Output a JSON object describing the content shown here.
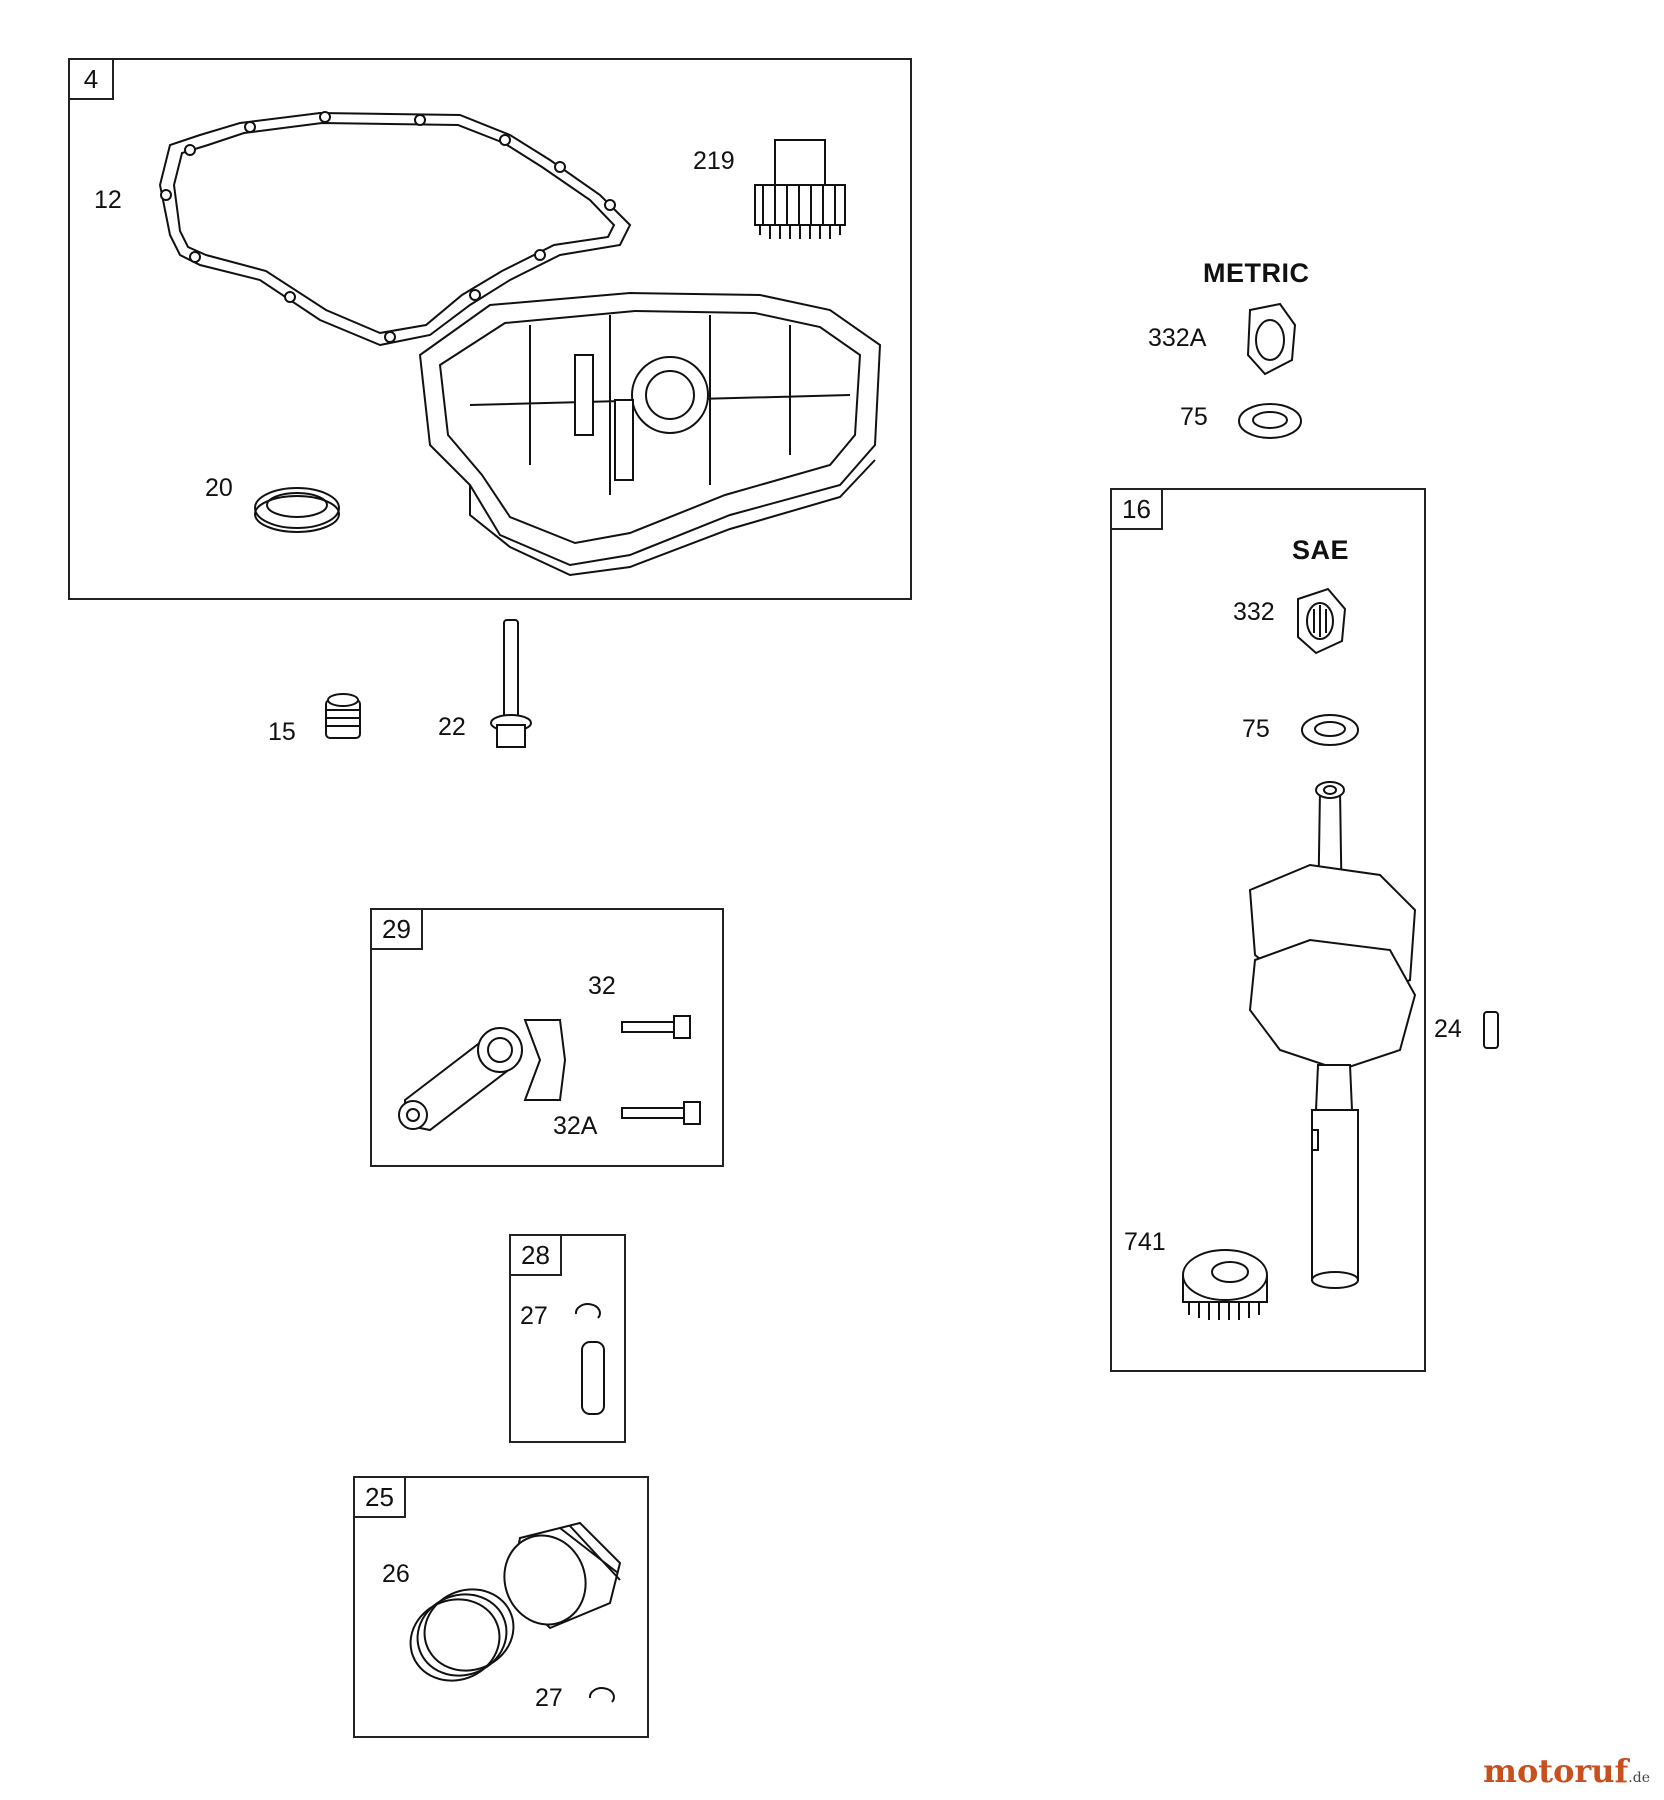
{
  "groups": {
    "g4": {
      "tag": "4",
      "parts": {
        "p12": "12",
        "p219": "219",
        "p20": "20"
      }
    },
    "g29": {
      "tag": "29",
      "parts": {
        "p32": "32",
        "p32a": "32A"
      }
    },
    "g28": {
      "tag": "28",
      "parts": {
        "p27": "27"
      }
    },
    "g25": {
      "tag": "25",
      "parts": {
        "p26": "26",
        "p27": "27"
      }
    },
    "g16": {
      "tag": "16",
      "header": "SAE",
      "parts": {
        "p332": "332",
        "p75": "75",
        "p741": "741"
      }
    }
  },
  "loose": {
    "p15": "15",
    "p22": "22",
    "p24": "24"
  },
  "metric": {
    "header": "METRIC",
    "p332a": "332A",
    "p75": "75"
  },
  "watermark": {
    "brand": "motoruf",
    "tld": ".de"
  }
}
